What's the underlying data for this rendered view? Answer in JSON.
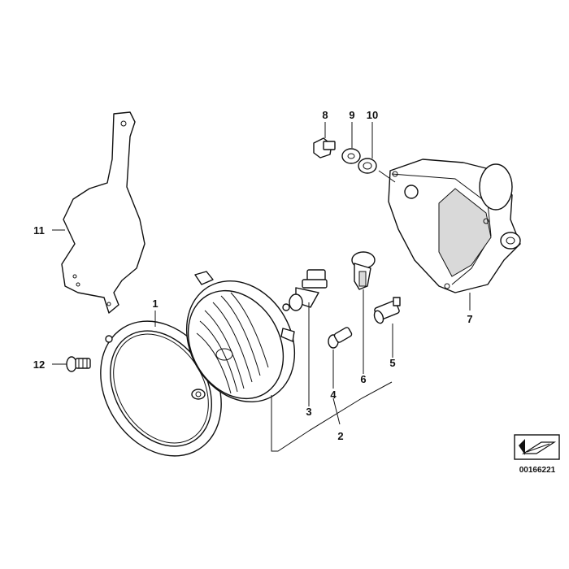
{
  "diagram": {
    "callouts": {
      "c1": "1",
      "c2": "2",
      "c3": "3",
      "c4": "4",
      "c5": "5",
      "c6": "6",
      "c7": "7",
      "c8": "8",
      "c9": "9",
      "c10": "10",
      "c11": "11",
      "c12": "12"
    },
    "doc_number": "00166221",
    "direction_icon": "arrow-icon"
  }
}
